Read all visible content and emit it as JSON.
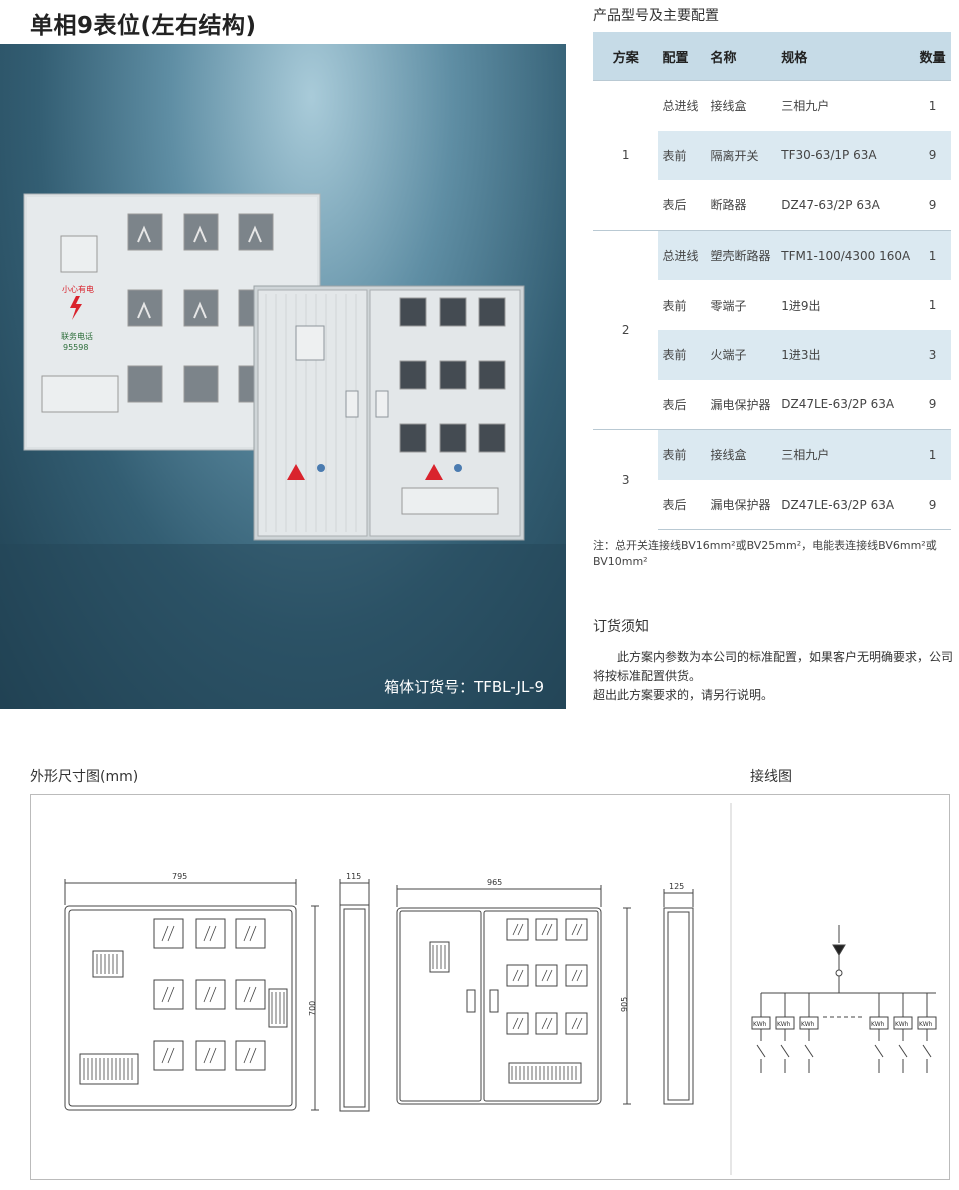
{
  "title": "单相9表位(左右结构)",
  "photo": {
    "caption": "箱体订货号：TFBL-JL-9",
    "box_label_1": "小心有电",
    "box_label_2": "联务电话",
    "box_label_3": "95598"
  },
  "config": {
    "heading": "产品型号及主要配置",
    "headers": {
      "plan": "方案",
      "conf": "配置",
      "name": "名称",
      "spec": "规格",
      "qty": "数量"
    },
    "rows": [
      {
        "plan": "",
        "conf": "总进线",
        "name": "接线盒",
        "spec": "三相九户",
        "qty": "1"
      },
      {
        "plan": "1",
        "conf": "表前",
        "name": "隔离开关",
        "spec": "TF30-63/1P 63A",
        "qty": "9"
      },
      {
        "plan": "",
        "conf": "表后",
        "name": "断路器",
        "spec": "DZ47-63/2P 63A",
        "qty": "9"
      },
      {
        "plan": "",
        "conf": "总进线",
        "name": "塑壳断路器",
        "spec": "TFM1-100/4300 160A",
        "qty": "1"
      },
      {
        "plan": "",
        "conf": "表前",
        "name": "零端子",
        "spec": "1进9出",
        "qty": "1"
      },
      {
        "plan": "2",
        "conf": "表前",
        "name": "火端子",
        "spec": "1进3出",
        "qty": "3"
      },
      {
        "plan": "",
        "conf": "表后",
        "name": "漏电保护器",
        "spec": "DZ47LE-63/2P 63A",
        "qty": "9"
      },
      {
        "plan": "",
        "conf": "表前",
        "name": "接线盒",
        "spec": "三相九户",
        "qty": "1"
      },
      {
        "plan": "3",
        "conf": "表后",
        "name": "漏电保护器",
        "spec": "DZ47LE-63/2P 63A",
        "qty": "9"
      }
    ],
    "note": "注：总开关连接线BV16mm²或BV25mm²，电能表连接线BV6mm²或BV10mm²"
  },
  "order": {
    "heading": "订货须知",
    "line1": "此方案内参数为本公司的标准配置，如果客户无明确要求，公司将按标准配置供货。",
    "line2": "超出此方案要求的，请另行说明。"
  },
  "dimensions": {
    "heading": "外形尺寸图(mm)",
    "w1": "795",
    "d1": "115",
    "h1": "700",
    "w2": "965",
    "d2": "125",
    "h2": "905"
  },
  "wiring": {
    "heading": "接线图",
    "meter_label": "KWh"
  },
  "colors": {
    "header_bg": "#c6dbe7",
    "shade_bg": "#dbe9f1",
    "warning": "#d9232d"
  }
}
